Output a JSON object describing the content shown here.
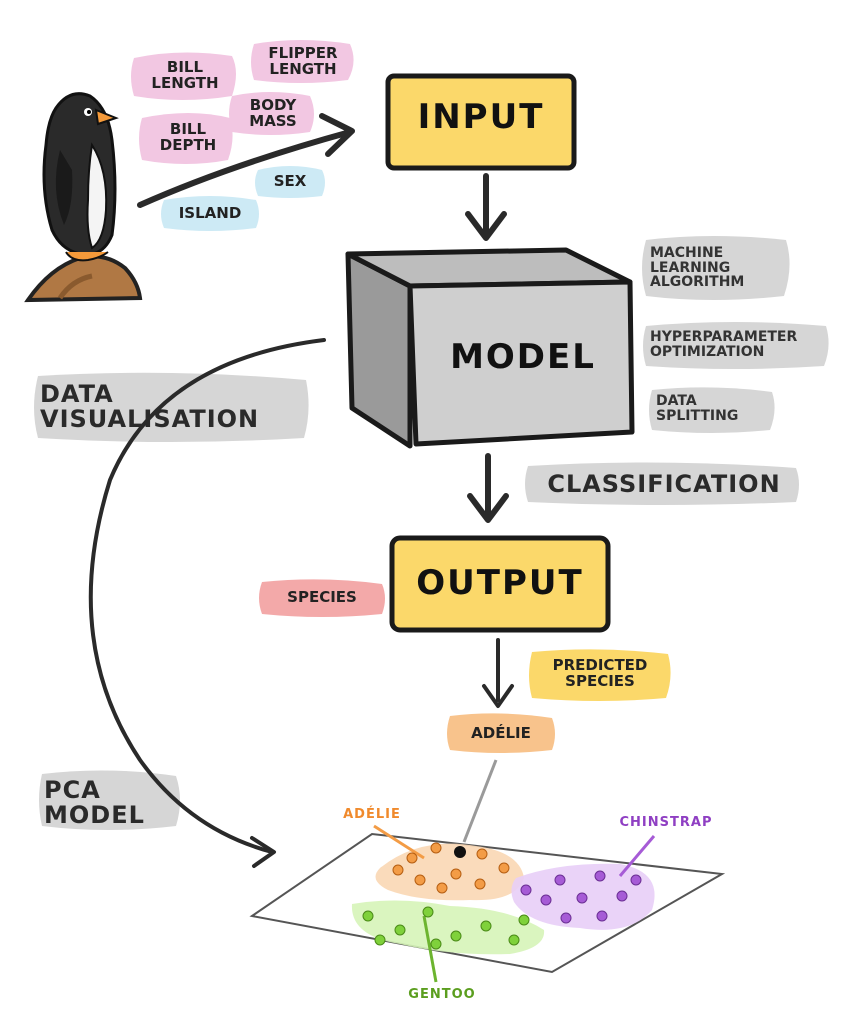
{
  "inputs": {
    "bill_length": "BILL LENGTH",
    "flipper_length": "FLIPPER LENGTH",
    "body_mass": "BODY MASS",
    "bill_depth": "BILL DEPTH",
    "sex": "SEX",
    "island": "ISLAND"
  },
  "boxes": {
    "input": "INPUT",
    "model": "MODEL",
    "output": "OUTPUT"
  },
  "model_notes": {
    "ml_algorithm": "MACHINE LEARNING ALGORITHM",
    "hyperparameter": "HYPERPARAMETER OPTIMIZATION",
    "data_splitting": "DATA SPLITTING"
  },
  "labels": {
    "data_visualisation": "DATA VISUALISATION",
    "classification": "CLASSIFICATION",
    "species": "SPECIES",
    "predicted_species": "PREDICTED SPECIES",
    "prediction": "ADÉLIE",
    "pca_model": "PCA MODEL"
  },
  "clusters": {
    "adelie": "ADÉLIE",
    "chinstrap": "CHINSTRAP",
    "gentoo": "GENTOO"
  },
  "colors": {
    "pink": "#f2c7e2",
    "blue": "#cdeaf5",
    "yellow": "#fbd86a",
    "gray_box": "#c9c9c9",
    "gray_tag": "#d6d6d6",
    "red_tag": "#f3a9a9",
    "orange": "#f39c46",
    "purple": "#a65bd6",
    "green": "#7fd13b"
  }
}
